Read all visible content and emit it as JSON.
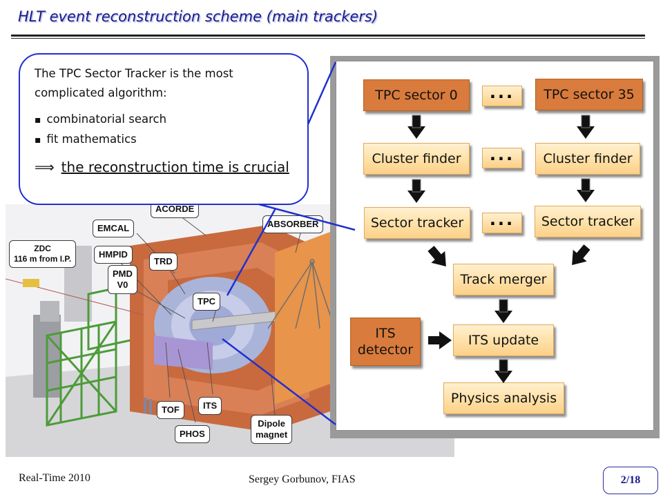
{
  "slide": {
    "title": "HLT event reconstruction scheme (main trackers)",
    "footer_left": "Real-Time 2010",
    "footer_center": "Sergey Gorbunov, FIAS",
    "page": "2/18"
  },
  "callout": {
    "intro": "The TPC Sector Tracker is the most complicated algorithm:",
    "bullets": [
      "combinatorial search",
      "fit mathematics"
    ],
    "arrow_symbol": "⟹",
    "result": "the reconstruction time is crucial"
  },
  "detector_labels": {
    "acorde": "ACORDE",
    "emcal": "EMCAL",
    "absorber": "ABSORBER",
    "zdc_line1": "ZDC",
    "zdc_line2": "116 m from I.P.",
    "hmpid": "HMPID",
    "trd": "TRD",
    "pmd_line1": "PMD",
    "pmd_line2": "V0",
    "tpc": "TPC",
    "tof": "TOF",
    "its": "ITS",
    "phos": "PHOS",
    "dipole_line1": "Dipole",
    "dipole_line2": "magnet"
  },
  "flow": {
    "tpc_sector_first": "TPC sector 0",
    "tpc_sector_last": "TPC sector 35",
    "cluster_finder": "Cluster finder",
    "sector_tracker": "Sector tracker",
    "ellipsis": "...",
    "track_merger": "Track merger",
    "its_detector_line1": "ITS",
    "its_detector_line2": "detector",
    "its_update": "ITS update",
    "physics_analysis": "Physics analysis"
  },
  "colors": {
    "title": "#1a1a8c",
    "callout_border": "#1f2fd0",
    "node_fill": "#fcd089",
    "node_dark": "#d97b3c",
    "pointer_lines": "#1f2fd0"
  }
}
